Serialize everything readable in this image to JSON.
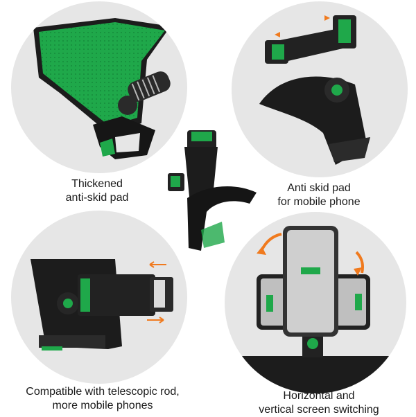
{
  "panels": {
    "top_left": {
      "caption_line1": "Thickened",
      "caption_line2": "anti-skid pad",
      "image": "phone-holder-green-pad-closeup"
    },
    "top_right": {
      "caption_line1": "Anti skid pad",
      "caption_line2": "for mobile phone",
      "image": "phone-holder-clamp-closeup"
    },
    "bottom_left": {
      "caption_line1": "Compatible with telescopic rod,",
      "caption_line2": "more mobile phones",
      "image": "phone-holder-telescopic-rod"
    },
    "bottom_right": {
      "caption_line1": "Horizontal and",
      "caption_line2": "vertical screen switching",
      "image": "phone-holder-rotation-demo"
    }
  },
  "center": {
    "image": "dashboard-phone-holder-product"
  },
  "colors": {
    "circle_bg": "#e6e6e6",
    "accent_green": "#1fa84a",
    "holder_dark": "#1c1c1c",
    "arrow_orange": "#f07a1e"
  }
}
